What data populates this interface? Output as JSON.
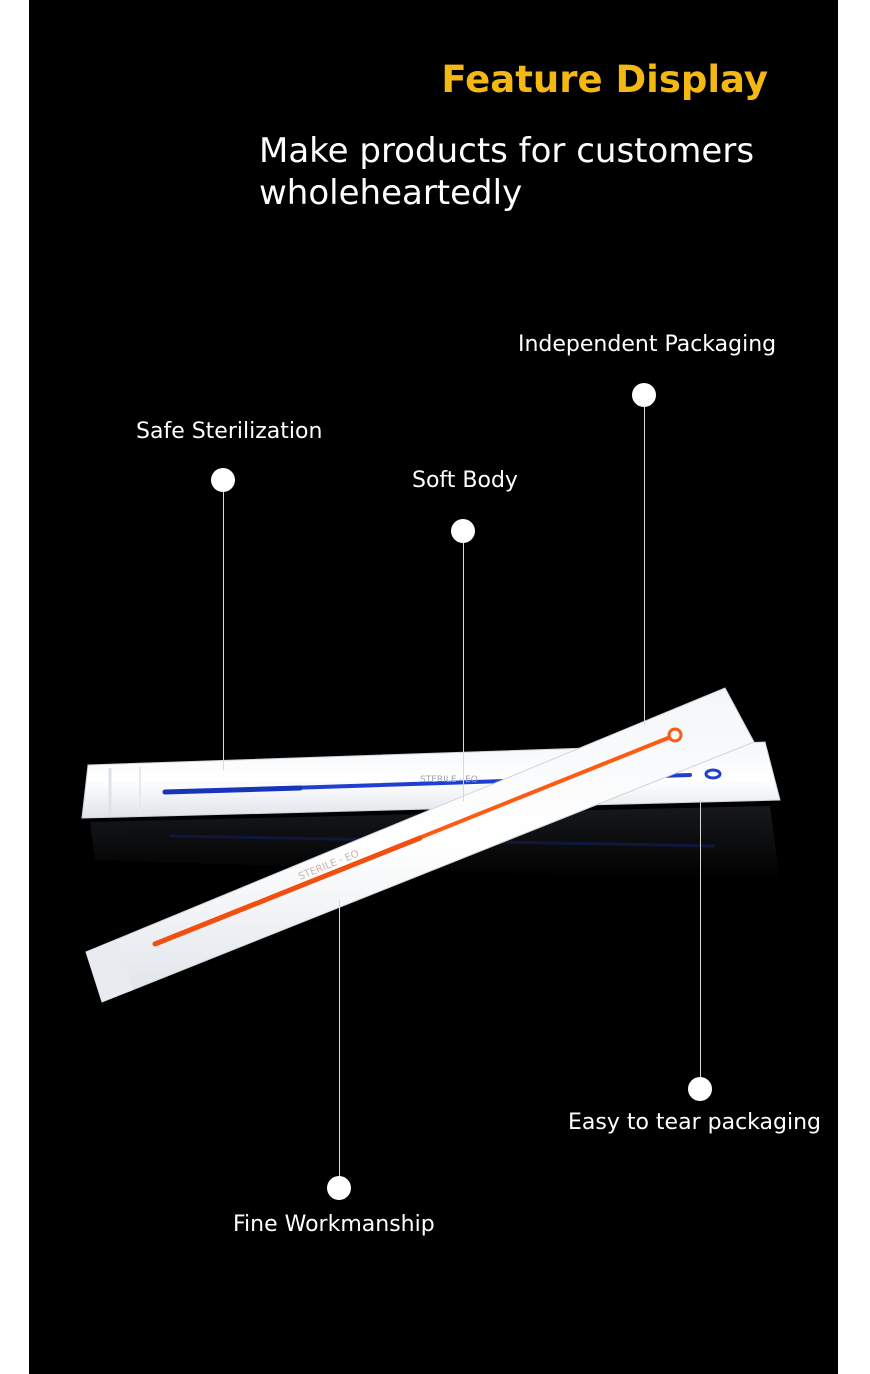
{
  "header": {
    "title": "Feature Display",
    "subtitle": "Make products for customers wholeheartedly"
  },
  "callouts": {
    "independent_packaging": "Independent Packaging",
    "safe_sterilization": "Safe Sterilization",
    "soft_body": "Soft Body",
    "easy_to_tear": "Easy to tear packaging",
    "fine_workmanship": "Fine Workmanship"
  },
  "colors": {
    "background": "#000000",
    "title_accent": "#f5b813",
    "text": "#ffffff",
    "loop_blue": "#1f3fd0",
    "loop_orange": "#ff5a14"
  }
}
